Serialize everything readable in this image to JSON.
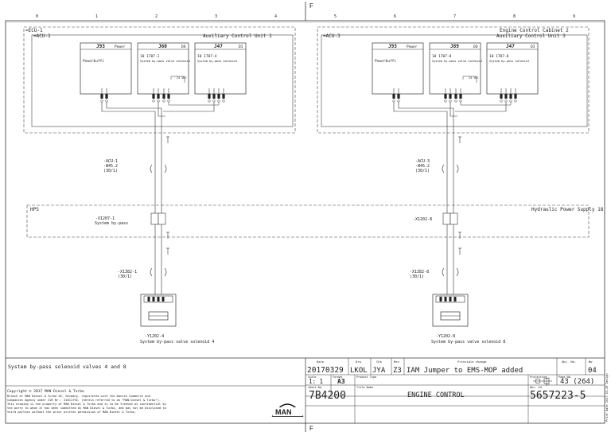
{
  "sheet": {
    "col_markers": [
      "0",
      "1",
      "2",
      "3",
      "4",
      "5",
      "6",
      "7",
      "8",
      "9"
    ],
    "marker_f_top": "F",
    "marker_f_bottom": "F"
  },
  "left_unit": {
    "ecu_label": "=ECU-1",
    "acu_label": "=ACU-1",
    "title": "Auxiliary Control Unit 1",
    "modules": [
      {
        "id": "J93",
        "tag": "Power",
        "text1": "Powerbuffi",
        "text2": ""
      },
      {
        "id": "J60",
        "tag": "DO",
        "text1": "10 1707-1",
        "text2": "System by-pass valve solenoid"
      },
      {
        "id": "J47",
        "tag": "DI",
        "text1": "10 1707-4",
        "text2": "System by-pass solenoid"
      }
    ],
    "cable_label": "-ACU-1\n-W45.2\n(30/1)",
    "x_label": "-X1382-1\n(30/1)",
    "terminal": "-X1207-1",
    "component": "-Y1202-4",
    "component_desc": "System by-pass valve solenoid 4",
    "hps_side": "System by-pass"
  },
  "right_unit": {
    "cabinet_label": "Engine Control Cabinet 2",
    "acu_label": "=ACU-3",
    "title": "Auxiliary Control Unit 3",
    "modules": [
      {
        "id": "J93",
        "tag": "Power",
        "text1": "Powerbuffi",
        "text2": ""
      },
      {
        "id": "J89",
        "tag": "DO",
        "text1": "10 1707-8",
        "text2": "System by-pass valve solenoid"
      },
      {
        "id": "J47",
        "tag": "DI",
        "text1": "10 1707-8",
        "text2": "System by-pass solenoid"
      }
    ],
    "cable_label": "-ACU-3\n-W45.2\n(30/1)",
    "x_label": "-X1382-8\n(30/1)",
    "terminal": "-X1202-8",
    "component": "-Y1202-8",
    "component_desc": "System by-pass valve solenoid 8"
  },
  "hps": {
    "left_label": "HPS",
    "right_label": "Hydraulic Power Supply 18"
  },
  "title_block": {
    "sheet_title": "System by-pass solenoid valves 4 and 8",
    "hdr_date": "Date",
    "hdr_drw": "Drw",
    "hdr_chk": "Chk",
    "hdr_rev": "Rev",
    "hdr_change": "Principle change",
    "hdr_obj": "Obj. No.",
    "hdr_no": "No",
    "date": "20170329",
    "drw": "LKOL",
    "chk": "JYA",
    "rev": "Z3",
    "change": "IAM Jumper to EMS-MOP added",
    "sheet_no": "04",
    "lbl_scale": "Scale",
    "scale": "1: 1",
    "lbl_format": "Format",
    "format": "A3",
    "lbl_product": "Product Type",
    "lbl_projection": "Projection",
    "lbl_page": "Page No.",
    "page": "43 (264)",
    "lbl_ident": "Ident No.",
    "ident": "7B4200",
    "lbl_title": "Title Name",
    "drawing_title": "ENGINE CONTROL",
    "lbl_docid": "Doc. Id.",
    "doc_id": "5657223-5",
    "copyright": "Copyright © 2017 MAN Diesel & Turbo",
    "copy_1": "Branch of MAN Diesel & Turbo SE, Germany, registered with the Danish Commerce and",
    "copy_2": "Companies Agency under CVR Nr.: 31611792, (herein referred to as \"MAN Diesel & Turbo\").",
    "copy_3": "This drawing is the property of MAN Diesel & Turbo and is to be treated as confidential by",
    "copy_4": "the party to whom it has been submitted by MAN Diesel & Turbo, and may not be disclosed to",
    "copy_5": "third parties without the prior written permission of MAN Diesel & Turbo.",
    "logo": "MAN",
    "side_text": "Print date 2017-03-29 Design"
  }
}
